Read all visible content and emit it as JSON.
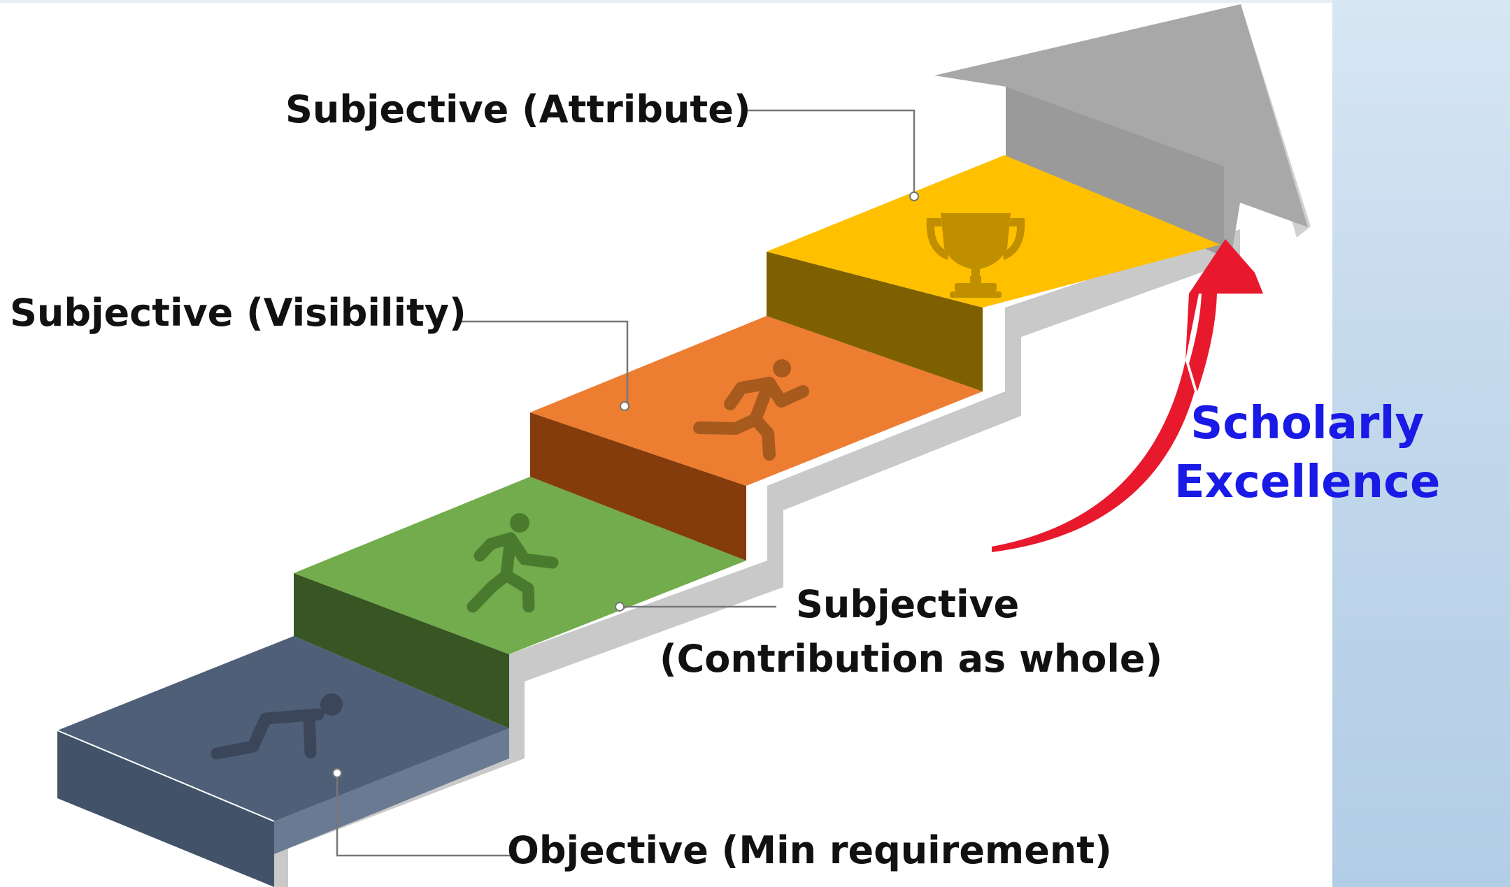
{
  "labels": {
    "attribute": "Subjective (Attribute)",
    "visibility": "Subjective (Visibility)",
    "contribution_line1": "Subjective",
    "contribution_line2": "(Contribution as whole)",
    "objective": "Objective (Min requirement)"
  },
  "goal": {
    "line1": "Scholarly",
    "line2": "Excellence"
  },
  "steps": [
    {
      "name": "objective",
      "icon": "crouching-person-icon",
      "color": "#4f5f78"
    },
    {
      "name": "contribution",
      "icon": "walking-person-icon",
      "color": "#72ac4c"
    },
    {
      "name": "visibility",
      "icon": "running-person-icon",
      "color": "#ed7d31"
    },
    {
      "name": "attribute",
      "icon": "trophy-icon",
      "color": "#ffc000"
    }
  ],
  "colors": {
    "goal_text": "#1a1ae6",
    "curved_arrow": "#e8192c",
    "staircase_arrow": "#a6a6a6"
  }
}
